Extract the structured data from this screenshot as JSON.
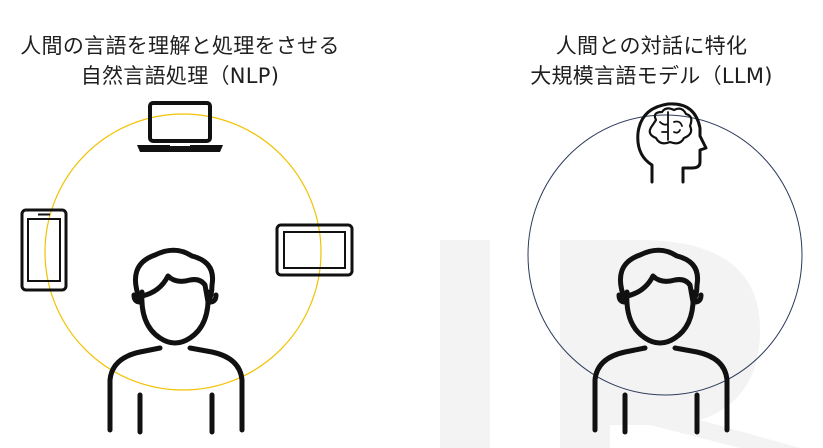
{
  "left_panel": {
    "title_line1": "人間の言語を理解と処理をさせる",
    "title_line2": "自然言語処理（NLP)",
    "ring_color": "#f2c200",
    "icons": [
      "person-icon",
      "laptop-icon",
      "smartphone-icon",
      "tablet-icon"
    ]
  },
  "right_panel": {
    "title_line1": "人間との対話に特化",
    "title_line2": "大規模言語モデル（LLM)",
    "ring_color": "#2b3a5a",
    "icons": [
      "person-icon",
      "brain-head-icon"
    ]
  },
  "colors": {
    "ink": "#111111",
    "watermark": "#f2f2f2"
  }
}
